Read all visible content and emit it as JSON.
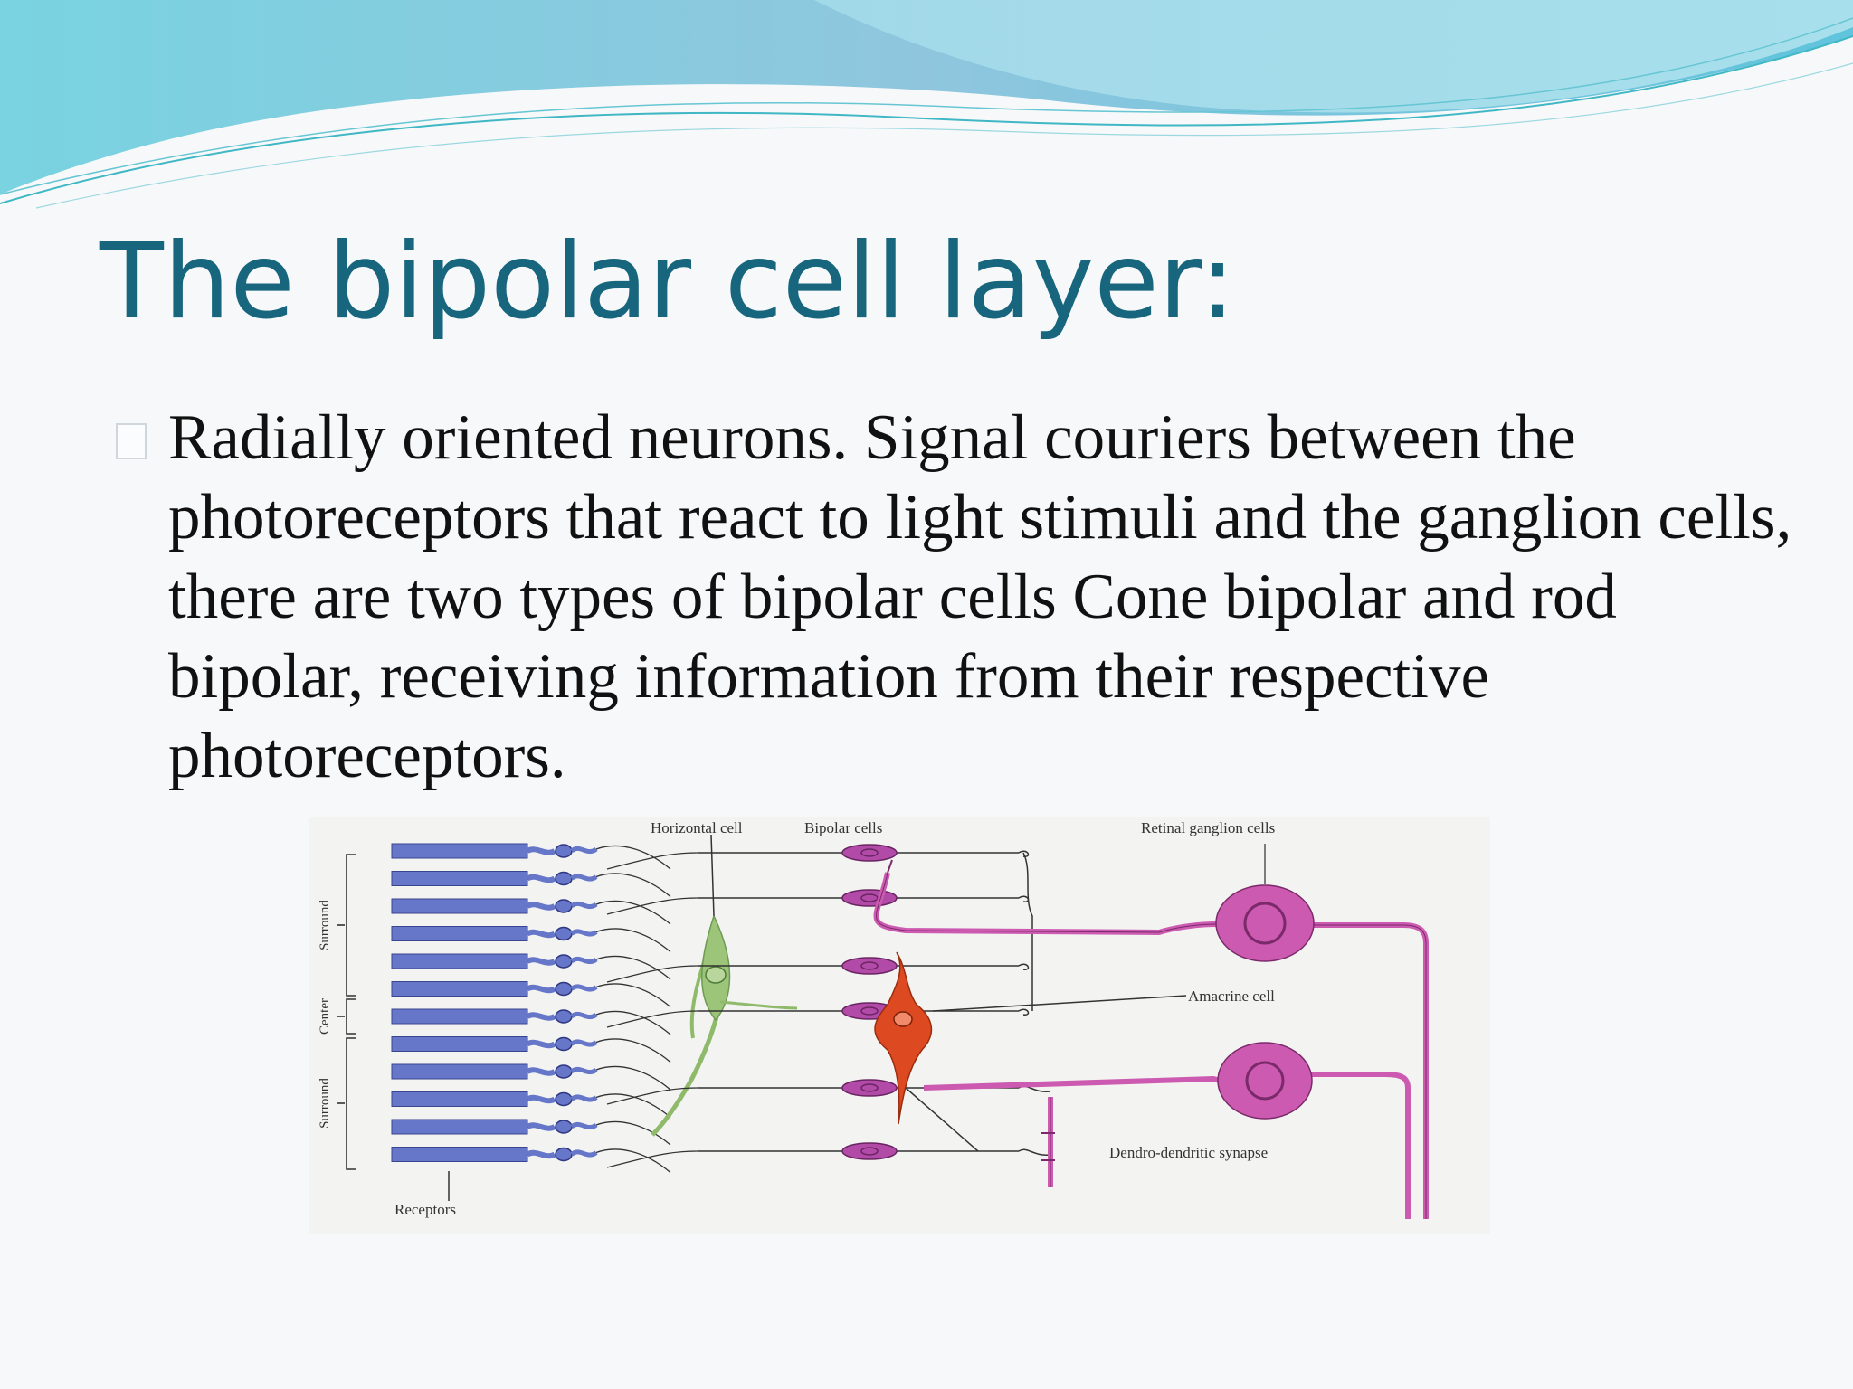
{
  "slide": {
    "title": "The bipolar cell layer:",
    "bullet": "Radially oriented neurons. Signal couriers between the photoreceptors that react to light stimuli and the ganglion cells, there are two types of bipolar cells Cone bipolar and rod bipolar, receiving information from their respective photoreceptors."
  },
  "theme": {
    "title_color": "#17667e",
    "wave_colors": [
      "#7ec8dc",
      "#5bcbdc",
      "#a9dcea"
    ]
  },
  "diagram": {
    "labels": {
      "horizontal": "Horizontal cell",
      "bipolar": "Bipolar cells",
      "ganglion": "Retinal ganglion cells",
      "amacrine": "Amacrine cell",
      "synapse": "Dendro-dendritic synapse",
      "receptors": "Receptors",
      "surround_top": "Surround",
      "center": "Center",
      "surround_bottom": "Surround"
    },
    "colors": {
      "receptor": "#6676c8",
      "bipolar": "#b24ba8",
      "horizontal": "#8fba6a",
      "amacrine": "#dd4a22",
      "ganglion": "#cc5ab0"
    }
  }
}
